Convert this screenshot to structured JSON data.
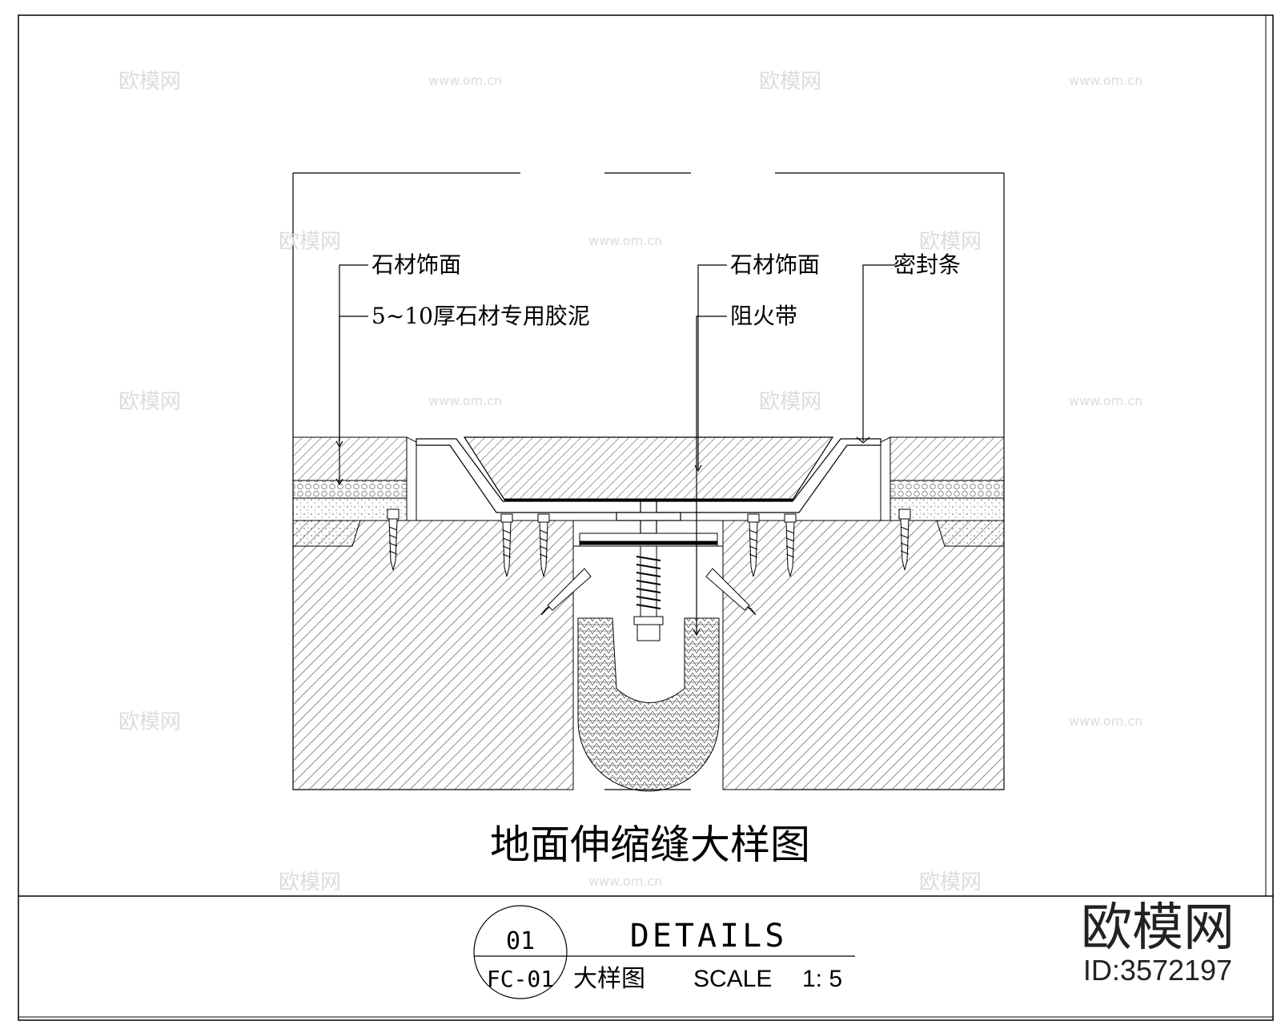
{
  "drawing": {
    "title": "地面伸缩缝大样图",
    "labels": {
      "left_stone": "石材饰面",
      "left_glue": "5~10厚石材专用胶泥",
      "center_stone": "石材饰面",
      "center_fire": "阻火带",
      "right_seal": "密封条"
    }
  },
  "title_block": {
    "number": "01",
    "sheet": "FC-01",
    "heading": "DETAILS",
    "subtitle": "大样图",
    "scale_label": "SCALE",
    "scale_value": "1: 5"
  },
  "brand": {
    "logo_text": "欧模网",
    "id_text": "ID:3572197"
  },
  "watermarks": {
    "logo": "欧模网",
    "url": "www.om.cn"
  }
}
